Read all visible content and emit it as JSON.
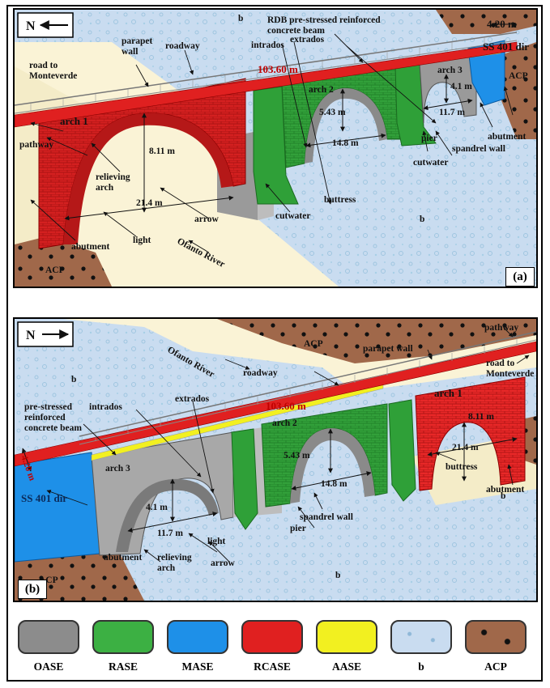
{
  "panel_a": {
    "north": "N",
    "tag": "(a)",
    "labels": {
      "road": "road to\nMonteverde",
      "parapet": "parapet\nwall",
      "roadway": "roadway",
      "b1": "b",
      "rdb": "RDB pre-stressed reinforced\nconcrete beam",
      "intrados": "intrados",
      "extrados": "extrados",
      "ss401": "SS 401 dir",
      "w420": "4.20 m",
      "acp1": "ACP",
      "len": "103.60 m",
      "arch1": "arch 1",
      "arch2": "arch 2",
      "arch3": "arch 3",
      "d41": "4.1 m",
      "d543": "5.43 m",
      "d117": "11.7 m",
      "d148": "14.8 m",
      "pathway": "pathway",
      "d811": "8.11 m",
      "relieving": "relieving\narch",
      "d214": "21.4 m",
      "arrow": "arrow",
      "light": "light",
      "abutment1": "abutment",
      "abutment2": "abutment",
      "pier": "pier",
      "cutwater1": "cutwater",
      "cutwater2": "cutwater",
      "spandrel": "spandrel wall",
      "buttress": "buttress",
      "b2": "b",
      "river": "Ofanto River",
      "acp2": "ACP"
    }
  },
  "panel_b": {
    "north": "N",
    "tag": "(b)",
    "labels": {
      "acp1": "ACP",
      "parapet": "parapet wall",
      "pathway": "pathway",
      "river": "Ofanto River",
      "b1": "b",
      "road": "road to\nMonteverde",
      "roadway": "roadway",
      "len": "103.60 m",
      "arch1": "arch 1",
      "d811": "8.11 m",
      "pre": "pre-stressed\nreinforced\nconcrete beam",
      "intrados": "intrados",
      "extrados": "extrados",
      "arch2": "arch 2",
      "d214": "21.4 m",
      "buttress": "buttress",
      "w420": "4.20 m",
      "d543": "5.43 m",
      "d148": "14.8 m",
      "arch3": "arch 3",
      "ss401": "SS 401 dir",
      "d41": "4.1 m",
      "d117": "11.7 m",
      "spandrel": "spandrel wall",
      "pier": "pier",
      "light": "light",
      "abutment1": "abutment",
      "abutment2": "abutment",
      "relieving": "relieving\narch",
      "arrow": "arrow",
      "b2": "b",
      "b3": "b",
      "acp2": "ACP"
    }
  },
  "legend": [
    {
      "label": "OASE",
      "color": "#8c8c8c"
    },
    {
      "label": "RASE",
      "color": "#3cb043"
    },
    {
      "label": "MASE",
      "color": "#1e90e8"
    },
    {
      "label": "RCASE",
      "color": "#e02020"
    },
    {
      "label": "AASE",
      "color": "#f2f020"
    },
    {
      "label": "b",
      "color": "#c9dcf0"
    },
    {
      "label": "ACP",
      "color": "#a0684a"
    }
  ]
}
